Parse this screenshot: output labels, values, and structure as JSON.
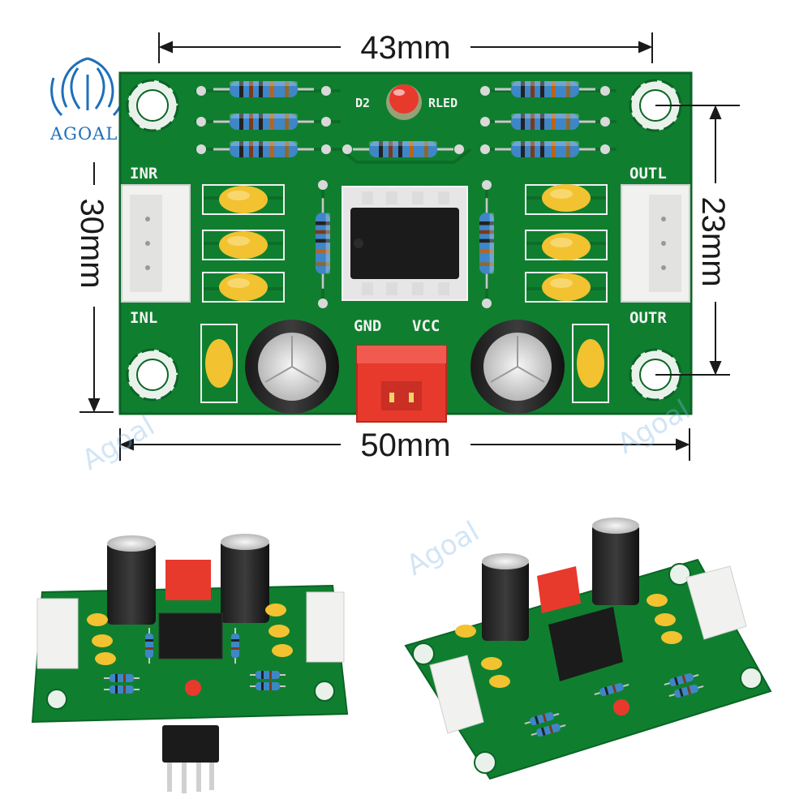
{
  "brand": {
    "logo_text": "AGOAL",
    "watermark": "Agoal",
    "brand_color": "#1f6fb8"
  },
  "dimensions": {
    "top": "43mm",
    "bottom": "50mm",
    "left": "30mm",
    "right": "23mm"
  },
  "board_labels": {
    "inr": "INR",
    "inl": "INL",
    "outl": "OUTL",
    "outr": "OUTR",
    "gnd": "GND",
    "vcc": "VCC",
    "d2": "D2",
    "rled": "RLED"
  },
  "colors": {
    "pcb_green": "#0f7f2f",
    "pcb_edge": "#0b6426",
    "connector_red": "#e8392d",
    "connector_white": "#f1f1ef",
    "capacitor_yellow": "#f2c230",
    "resistor_blue": "#3f86c6"
  }
}
